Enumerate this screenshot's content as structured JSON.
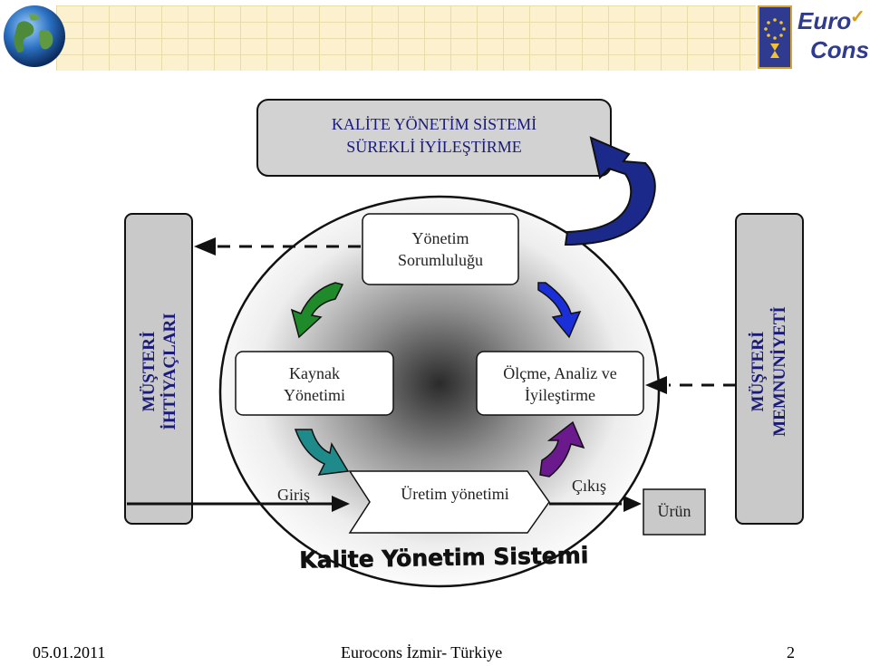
{
  "header": {
    "logo_line1": "Euro",
    "logo_line2": "Cons"
  },
  "top_box": {
    "line1": "KALİTE YÖNETİM SİSTEMİ",
    "line2": "SÜREKLİ İYİLEŞTİRME"
  },
  "left_pillar": {
    "line1": "MÜŞTERİ",
    "line2": "İHTİYAÇLARI"
  },
  "right_pillar": {
    "line1": "MÜŞTERİ",
    "line2": "MEMNUNİYETİ"
  },
  "nodes": {
    "management": {
      "line1": "Yönetim",
      "line2": "Sorumluluğu"
    },
    "resource": {
      "line1": "Kaynak",
      "line2": "Yönetimi"
    },
    "measurement": {
      "line1": "Ölçme, Analiz ve",
      "line2": "İyileştirme"
    },
    "production": "Üretim yönetimi"
  },
  "flow": {
    "input": "Giriş",
    "output": "Çıkış",
    "product": "Ürün"
  },
  "banner": "Kalite Yönetim Sistemi",
  "footer": {
    "date": "05.01.2011",
    "center": "Eurocons İzmir- Türkiye",
    "page": "2"
  },
  "colors": {
    "arrow_green": "#1f8a2a",
    "arrow_blue": "#1a2fd8",
    "arrow_purple": "#6a1a8c",
    "arrow_teal": "#1f8a8a",
    "arrow_navy": "#1b2a8a",
    "pillar_fill": "#c9c9c9"
  }
}
